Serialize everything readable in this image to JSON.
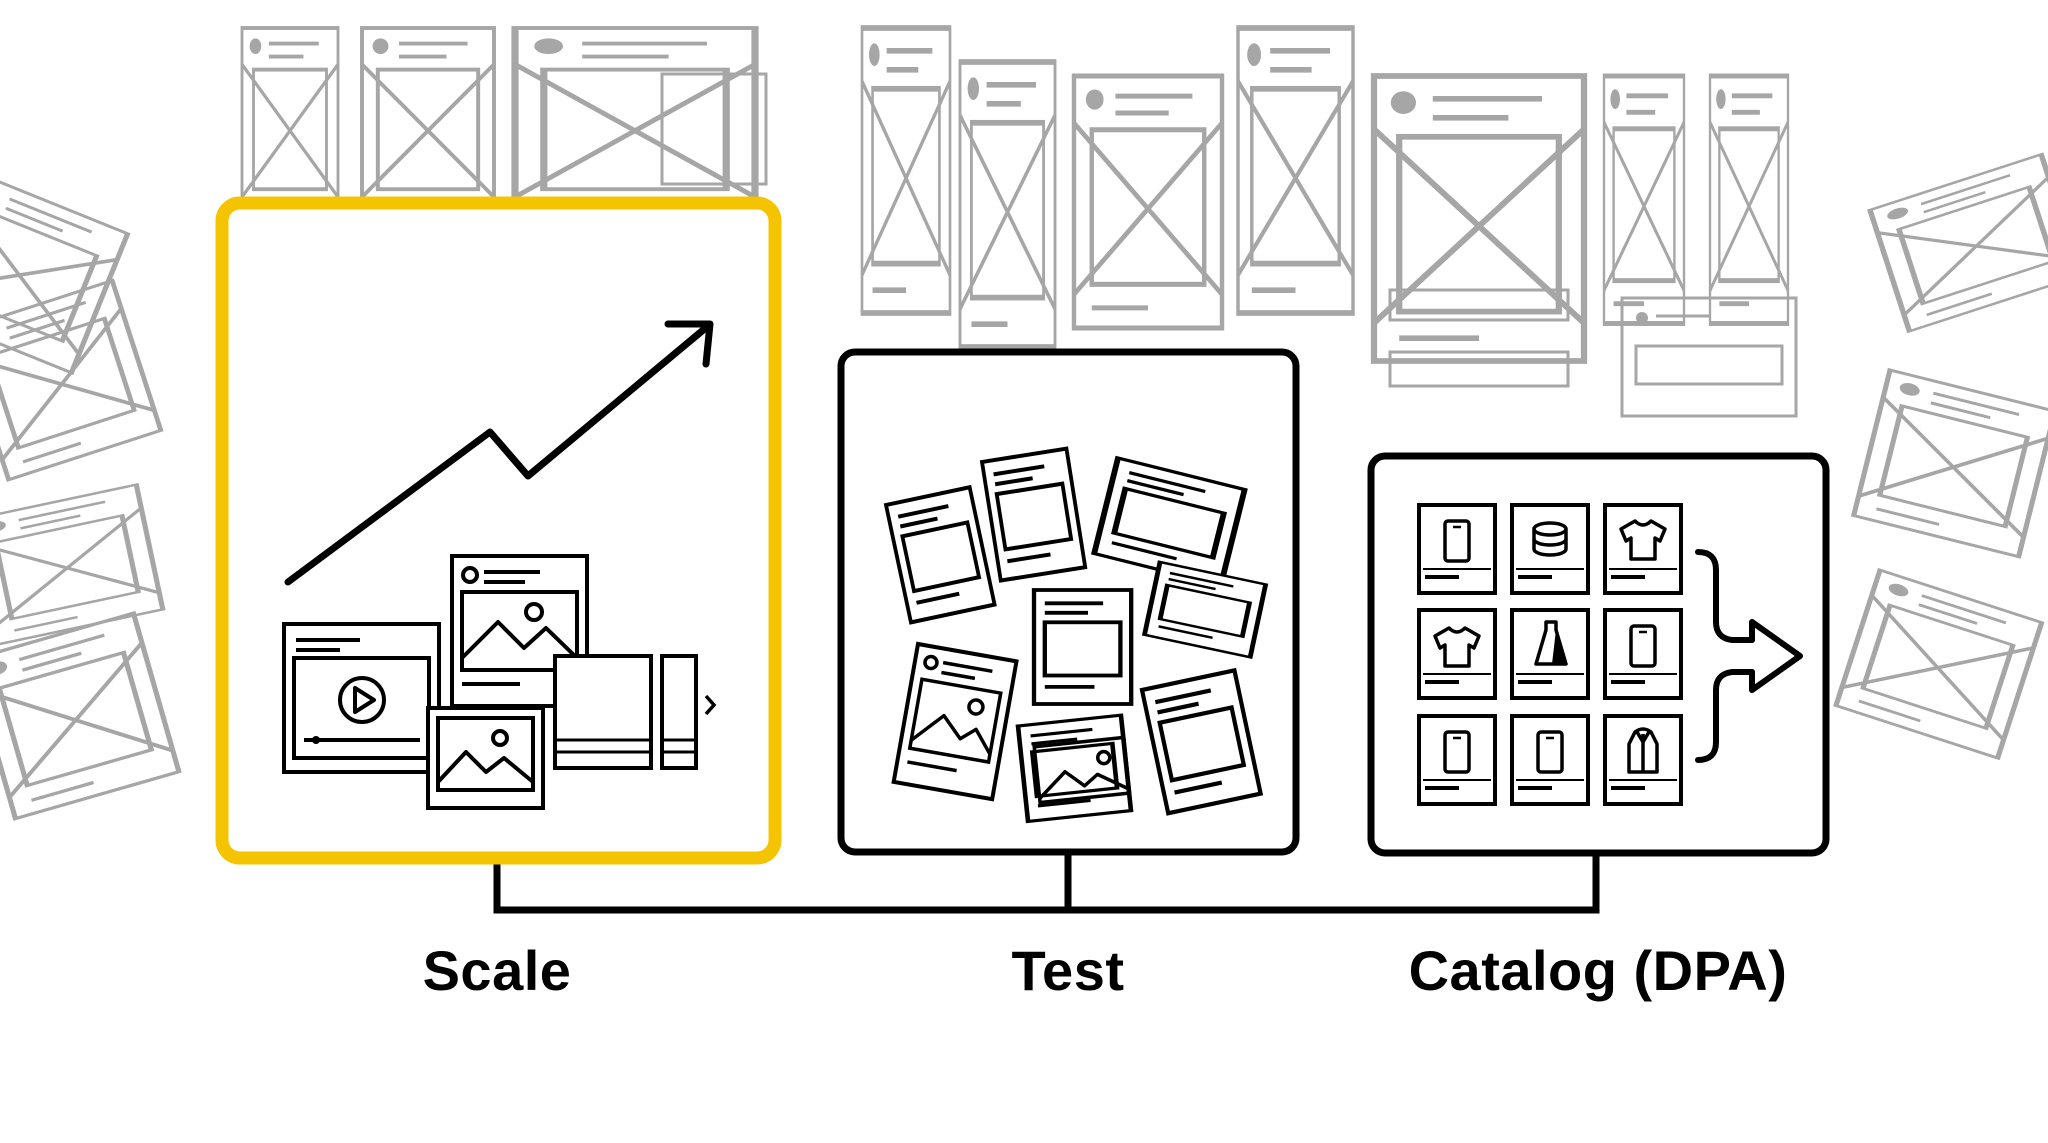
{
  "labels": {
    "scale": "Scale",
    "test": "Test",
    "catalog": "Catalog (DPA)"
  },
  "colors": {
    "highlight": "#f5c400",
    "ink": "#000000",
    "faded": "#a6a6a6"
  },
  "icons": {
    "scale": [
      "trend-arrow-icon",
      "video-ad-icon",
      "image-ad-icon",
      "carousel-ad-icon"
    ],
    "test": [
      "scattered-ad-variant-icons"
    ],
    "catalog": [
      "phone-icon",
      "database-icon",
      "tshirt-icon",
      "dress-icon",
      "jacket-icon",
      "arrow-right-icon"
    ]
  }
}
